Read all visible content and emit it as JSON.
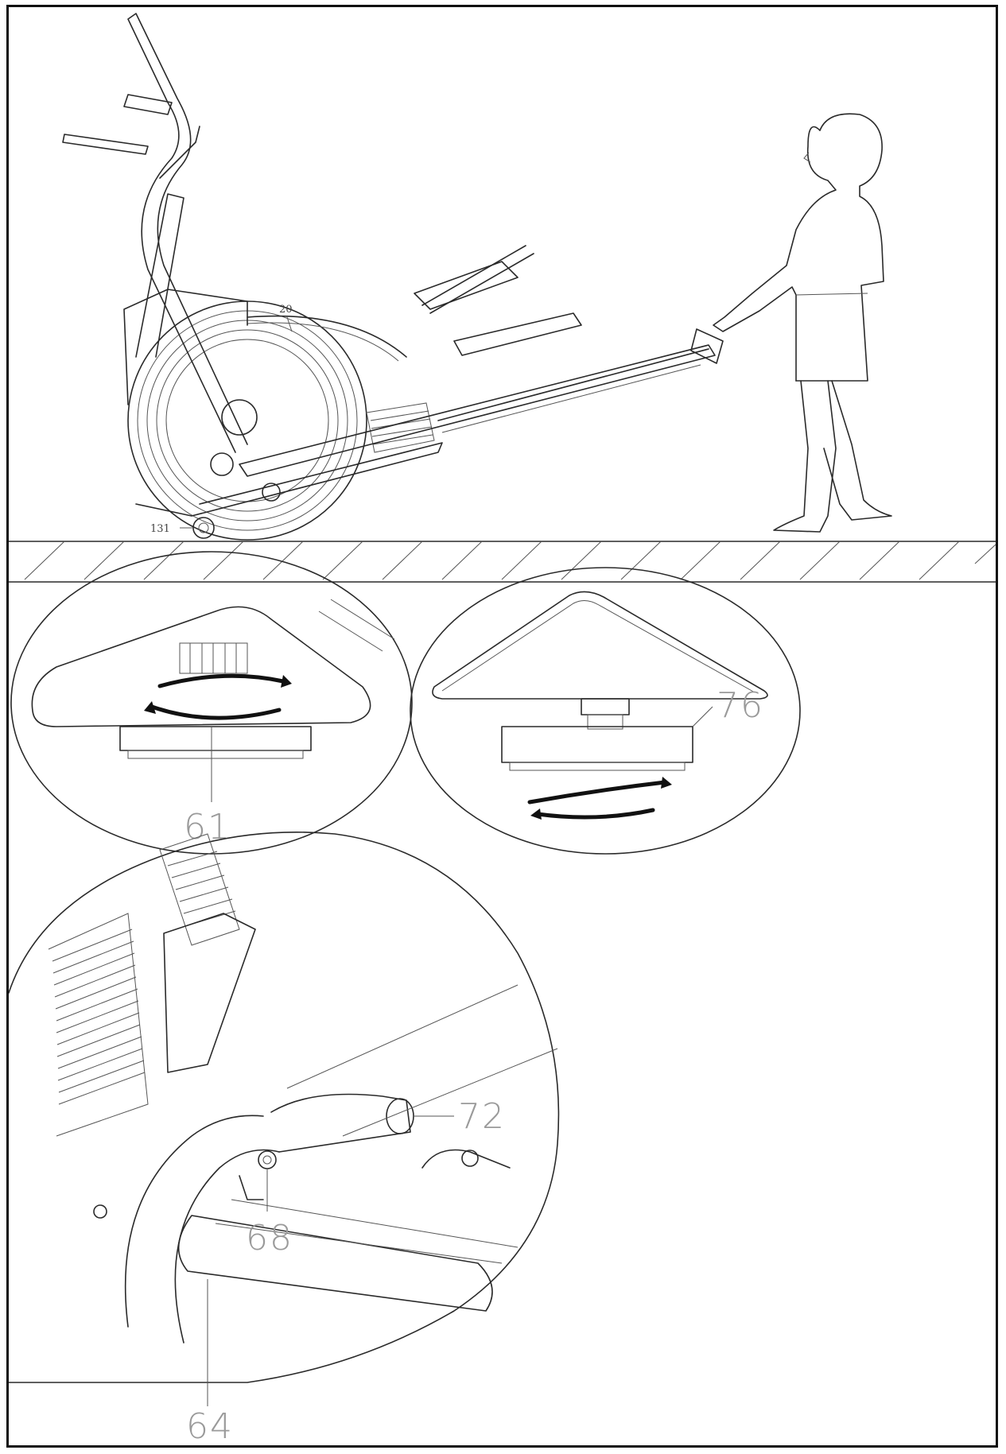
{
  "callouts": {
    "frame_part": "20",
    "wheel": "131",
    "pedal_left": "61",
    "pedal_right": "76",
    "handle": "72",
    "bolt": "68",
    "rail": "64"
  }
}
